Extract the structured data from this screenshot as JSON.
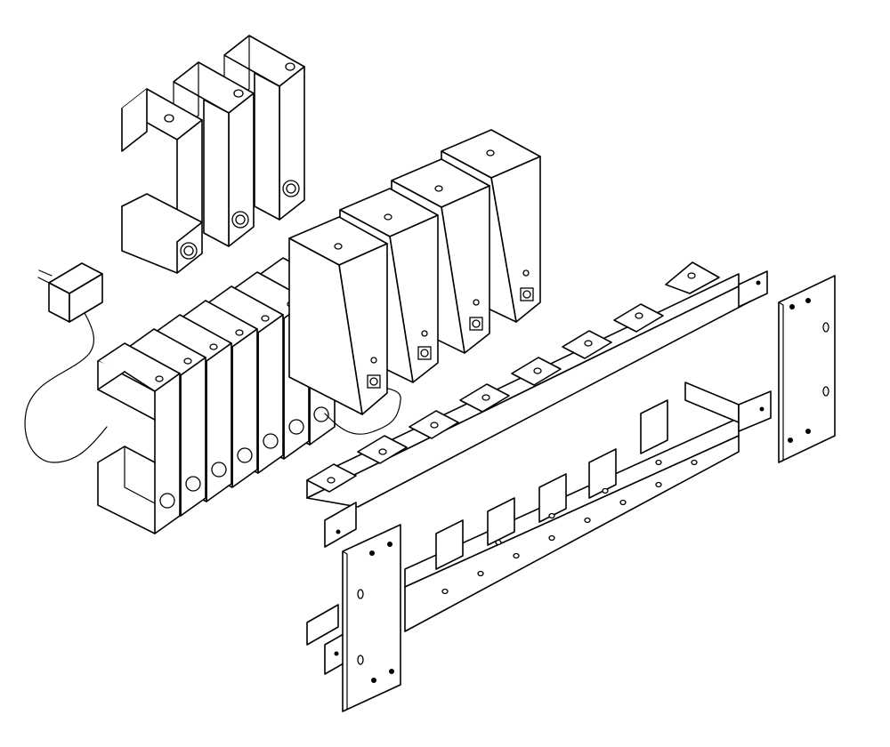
{
  "drawing": {
    "colors": {
      "line": "#000000",
      "fill": "#ffffff",
      "background": "#ffffff"
    },
    "components": {
      "brackets_loose": 3,
      "brackets_stacked": 7,
      "modules": 4,
      "rack_rails": 2,
      "rack_ears": 2,
      "power_adapters": 1
    }
  }
}
